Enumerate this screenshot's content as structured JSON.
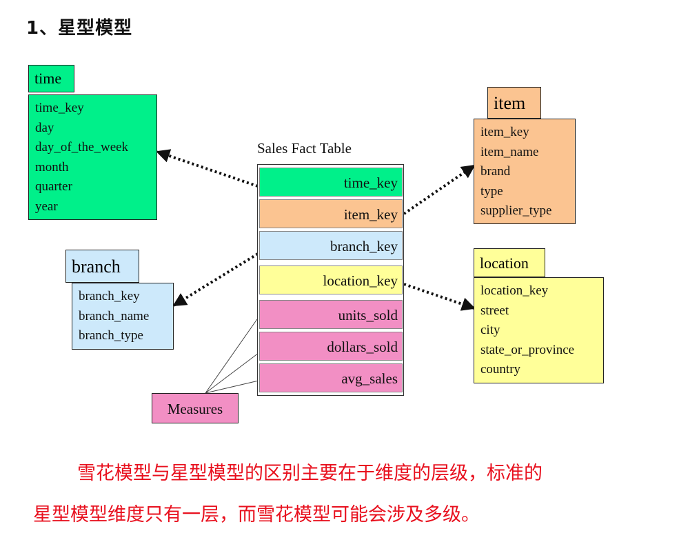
{
  "heading": "1、星型模型",
  "dimensions": {
    "time": {
      "title": "time",
      "fields": [
        "time_key",
        "day",
        "day_of_the_week",
        "month",
        "quarter",
        "year"
      ]
    },
    "item": {
      "title": "item",
      "fields": [
        "item_key",
        "item_name",
        "brand",
        "type",
        "supplier_type"
      ]
    },
    "branch": {
      "title": "branch",
      "fields": [
        "branch_key",
        "branch_name",
        "branch_type"
      ]
    },
    "location": {
      "title": "location",
      "fields": [
        "location_key",
        "street",
        "city",
        "state_or_province",
        "country"
      ]
    }
  },
  "fact": {
    "title": "Sales Fact Table",
    "rows": [
      "time_key",
      "item_key",
      "branch_key",
      "location_key",
      "units_sold",
      "dollars_sold",
      "avg_sales"
    ]
  },
  "measures_label": "Measures",
  "paragraph": {
    "line1": "雪花模型与星型模型的区别主要在于维度的层级，标准的",
    "line2": "星型模型维度只有一层，而雪花模型可能会涉及多级。"
  },
  "colors": {
    "time": "#00f08a",
    "item": "#fbc491",
    "branch": "#cde9fb",
    "location": "#ffff99",
    "measure": "#f28fc4",
    "text_red": "#e8101e"
  }
}
